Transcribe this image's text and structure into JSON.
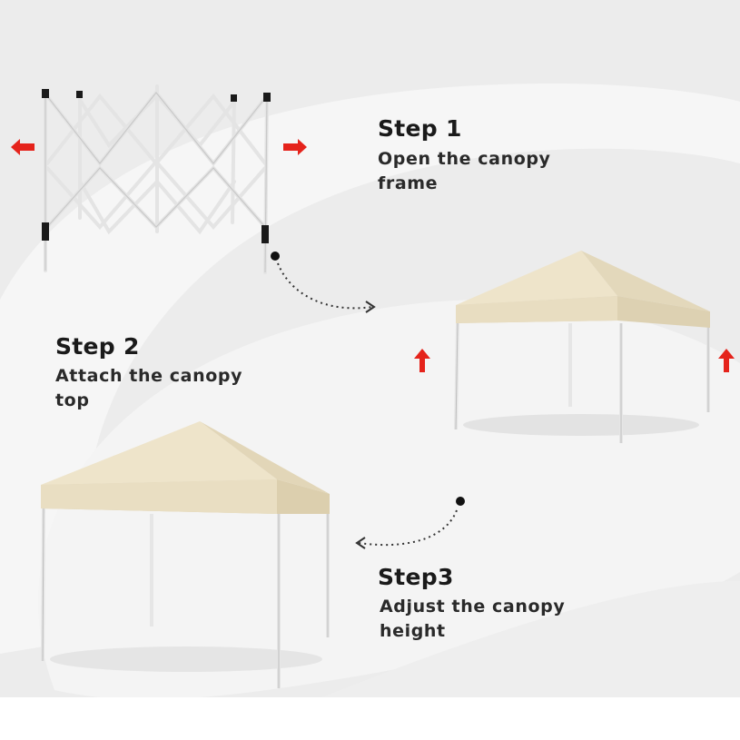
{
  "steps": [
    {
      "title": "Step 1",
      "line1": "Open the canopy",
      "line2": "frame"
    },
    {
      "title": "Step 2",
      "line1": "Attach the canopy",
      "line2": "top"
    },
    {
      "title": "Step3",
      "line1": "Adjust the canopy",
      "line2": "height"
    }
  ],
  "colors": {
    "background": "#ececec",
    "swoosh": "#f7f7f7",
    "canopy": "#ece2c8",
    "canopy_shade": "#d9cdaf",
    "frame": "#e9e9e9",
    "arrow": "#e5231b",
    "text": "#1a1a1a"
  },
  "icons": [
    "arrow-left-icon",
    "arrow-right-icon",
    "arrow-up-icon",
    "dotted-curve-arrow-icon"
  ]
}
